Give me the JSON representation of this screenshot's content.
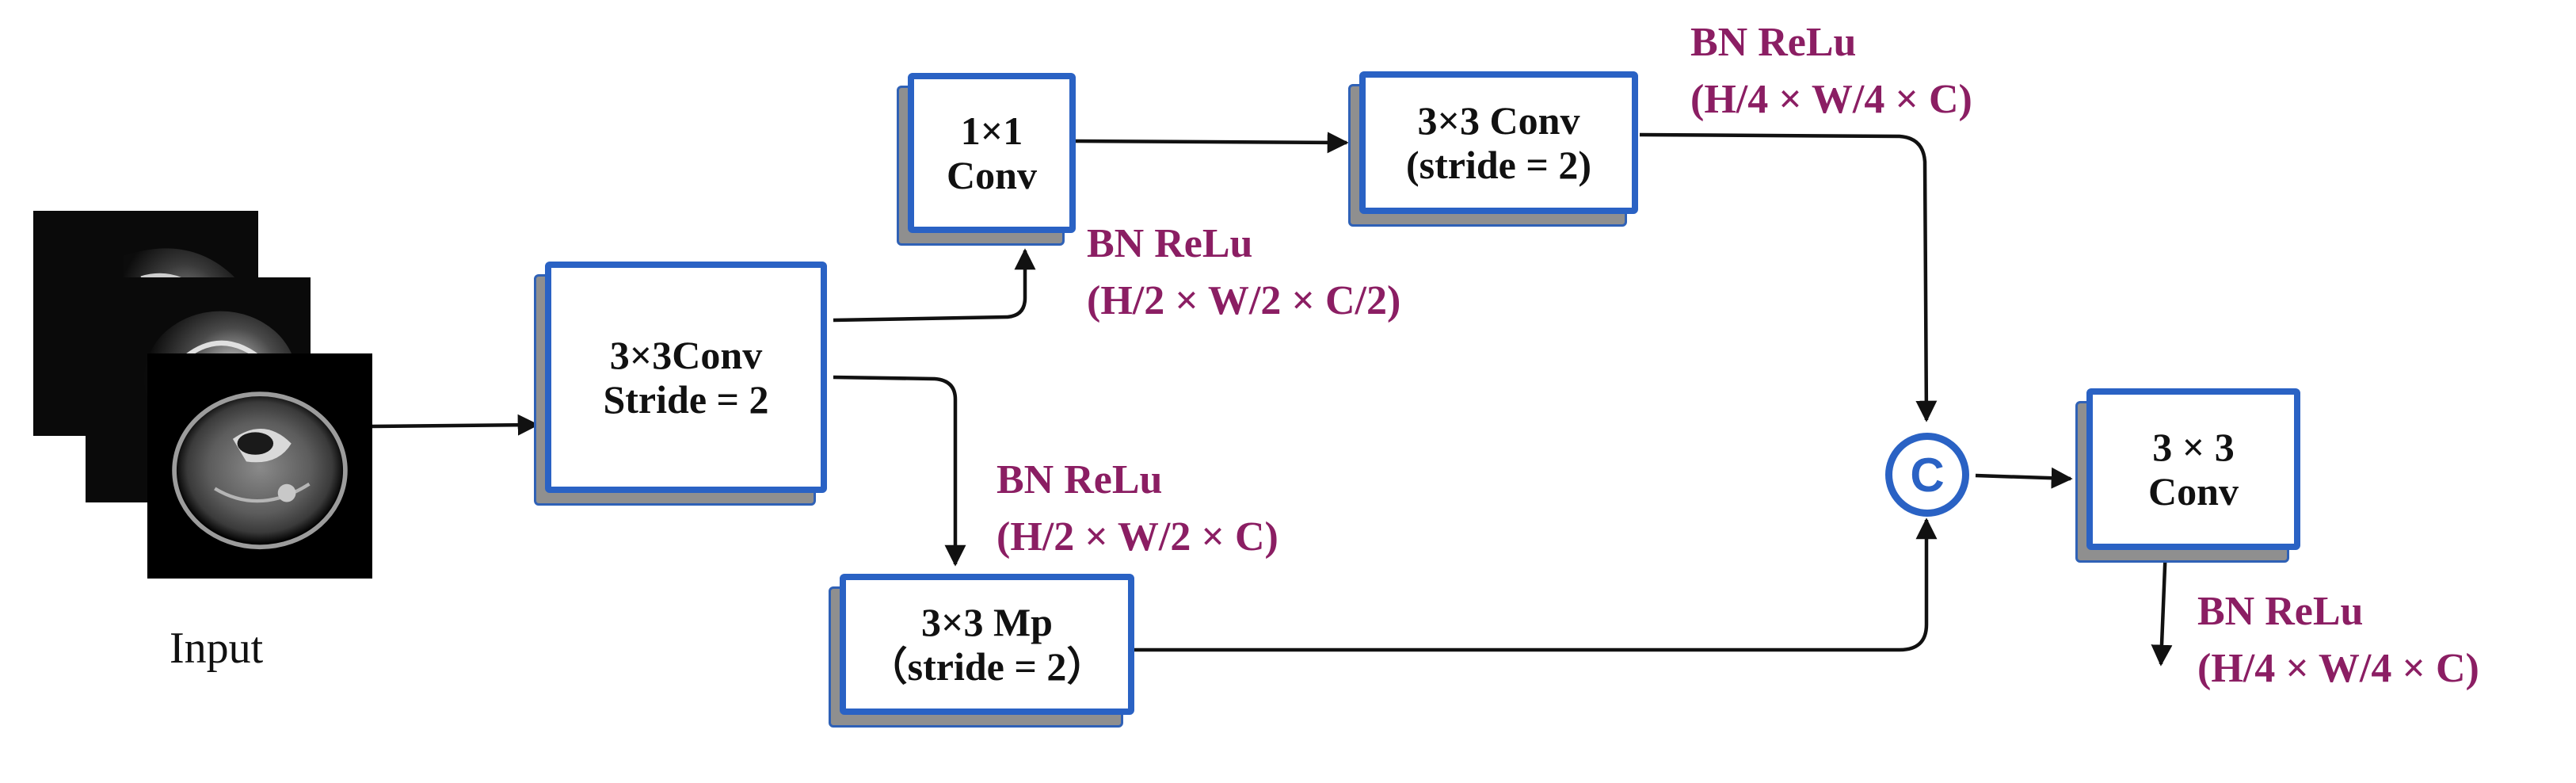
{
  "input": {
    "label": "Input"
  },
  "blocks": {
    "stem_conv": {
      "line1": "3×3Conv",
      "line2": "Stride = 2"
    },
    "pw_conv": {
      "line1": "1×1",
      "line2": "Conv"
    },
    "branch_conv": {
      "line1": "3×3 Conv",
      "line2": "(stride = 2)"
    },
    "max_pool": {
      "line1": "3×3 Mp",
      "line2": "（stride = 2）"
    },
    "out_conv": {
      "line1": "3 × 3",
      "line2": "Conv"
    }
  },
  "concat": {
    "label": "C"
  },
  "annotations": {
    "after_pw": {
      "line1": "BN ReLu",
      "line2": "(H/2 × W/2 × C/2)"
    },
    "after_branch_conv": {
      "line1": "BN ReLu",
      "line2": "(H/4 × W/4 × C)"
    },
    "after_stem": {
      "line1": "BN ReLu",
      "line2": "(H/2 × W/2 × C)"
    },
    "output": {
      "line1": "BN ReLu",
      "line2": "(H/4 × W/4 × C)"
    }
  },
  "colors": {
    "box_border": "#2a62c4",
    "annotation": "#8b1e63",
    "box_shadow": "#8f8f8f",
    "arrow": "#111111"
  }
}
